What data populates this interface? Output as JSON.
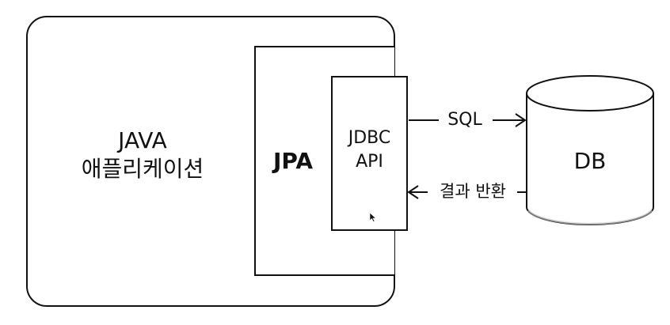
{
  "application": {
    "line1": "JAVA",
    "line2": "애플리케이션"
  },
  "jpa": {
    "label": "JPA"
  },
  "jdbc": {
    "line1": "JDBC",
    "line2": "API"
  },
  "arrows": {
    "request_label": "SQL",
    "response_label": "결과 반환"
  },
  "database": {
    "label": "DB"
  },
  "colors": {
    "stroke": "#111111",
    "background": "#ffffff"
  }
}
